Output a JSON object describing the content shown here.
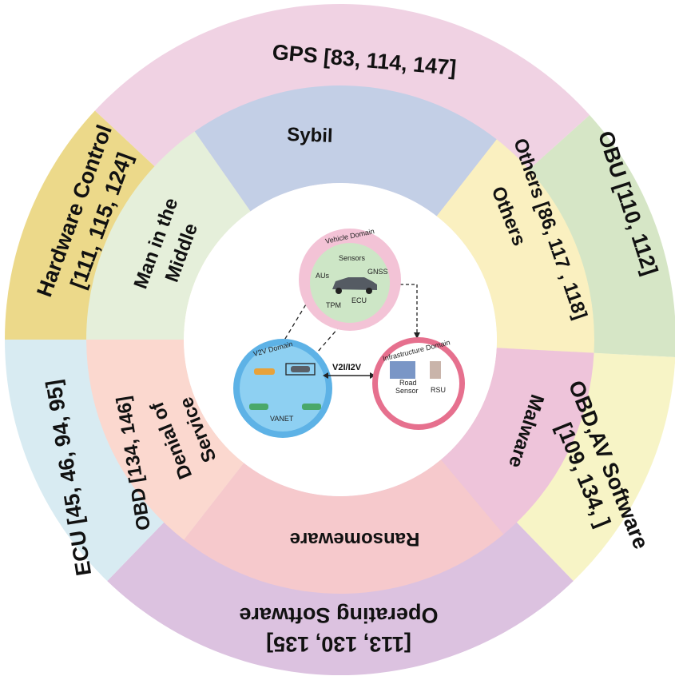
{
  "outer_ring": [
    {
      "id": "gps",
      "lines": [
        "GPS [83, 114, 147]"
      ],
      "color": "#f0d2e3"
    },
    {
      "id": "obu",
      "lines": [
        "OBU [110, 112]"
      ],
      "color": "#d6e6c6"
    },
    {
      "id": "obd-av",
      "lines": [
        "OBD,AV Software",
        "[109, 134, ]"
      ],
      "color": "#f7f4c6"
    },
    {
      "id": "operating-software",
      "lines": [
        "[113, 130, 135]",
        "Operating Software"
      ],
      "color": "#dcc2e0"
    },
    {
      "id": "ecu",
      "lines": [
        "ECU [45, 46, 94, 95]"
      ],
      "color": "#d8ebf2"
    },
    {
      "id": "hardware-control",
      "lines": [
        "Hardware Control",
        "[111, 115, 124]"
      ],
      "color": "#ecd98a"
    }
  ],
  "inner_ring": [
    {
      "id": "sybil",
      "lines": [
        "Sybil"
      ],
      "color": "#c3cfe6"
    },
    {
      "id": "others-inner",
      "lines": [
        "Others"
      ],
      "color": "#faf0c0"
    },
    {
      "id": "others-refs",
      "lines": [
        "Others [86, 117 , 118]"
      ],
      "color": "#d6e6c6"
    },
    {
      "id": "malware",
      "lines": [
        "Malware"
      ],
      "color": "#eec4da"
    },
    {
      "id": "ransomeware",
      "lines": [
        "Ransomeware"
      ],
      "color": "#f6c9cc"
    },
    {
      "id": "dos",
      "lines": [
        "Denial of",
        "Service"
      ],
      "color": "#fbd8cf"
    },
    {
      "id": "obd-refs",
      "lines": [
        "OBD [134, 146]"
      ],
      "color": "#d8ebf2"
    },
    {
      "id": "mitm",
      "lines": [
        "Man in the",
        "Middle"
      ],
      "color": "#e5efda"
    }
  ],
  "center": {
    "vehicle_domain": {
      "title": "Vehicle Domain",
      "sensors": "Sensors",
      "aus": "AUs",
      "gnss": "GNSS",
      "tpm": "TPM",
      "ecu": "ECU"
    },
    "v2v_domain": {
      "title": "V2V Domain",
      "vanet": "VANET"
    },
    "infrastructure_domain": {
      "title": "Infrastructure Domain",
      "road_sensor": "Road\nSensor",
      "road_sensor_l1": "Road",
      "road_sensor_l2": "Sensor",
      "rsu": "RSU"
    },
    "link_label": "V2I/I2V"
  }
}
